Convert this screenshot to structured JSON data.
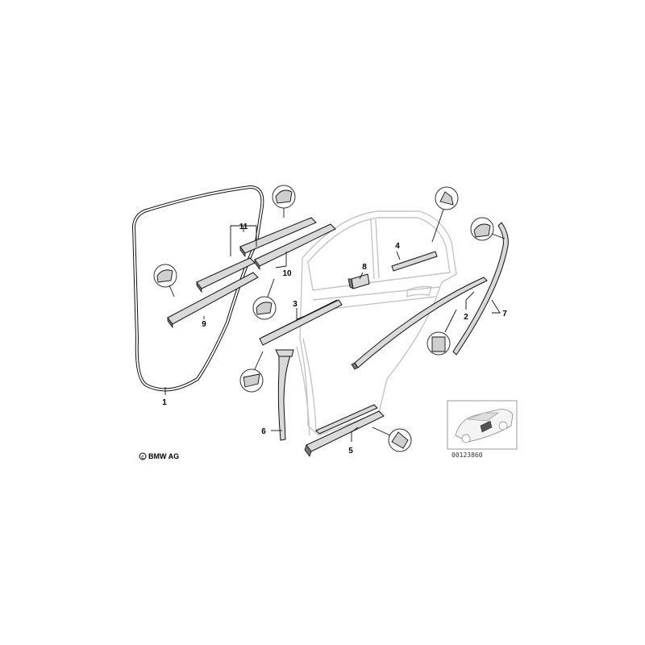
{
  "callouts": [
    "1",
    "2",
    "3",
    "4",
    "5",
    "6",
    "7",
    "8",
    "9",
    "10",
    "11"
  ],
  "copyright": "BMW AG",
  "reference_number": "00123860"
}
